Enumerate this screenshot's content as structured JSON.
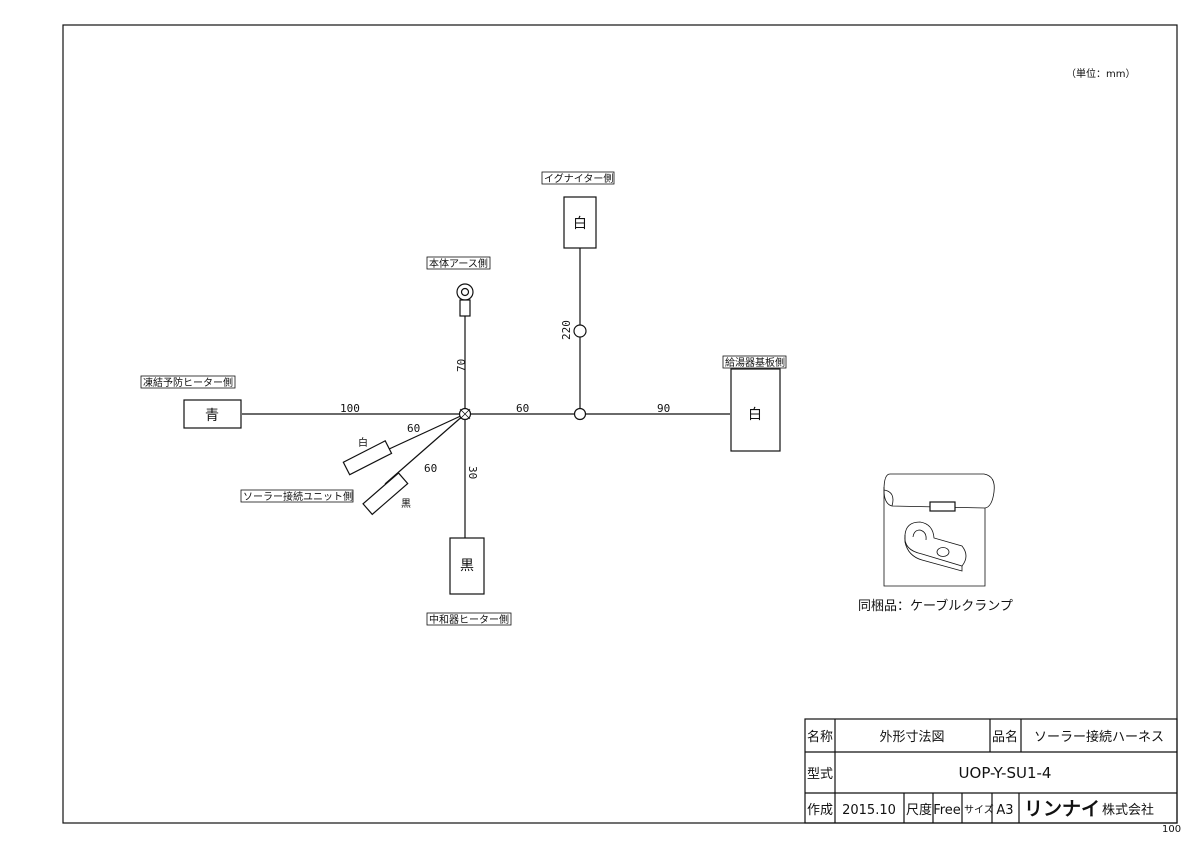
{
  "unit_note": "（単位：mm）",
  "labels": {
    "igniter": "イグナイター側",
    "body_earth": "本体アース側",
    "freeze_heater": "凍結予防ヒーター側",
    "board": "給湯器基板側",
    "solar_unit": "ソーラー接続ユニット側",
    "neutralizer_heater": "中和器ヒーター側"
  },
  "connectors": {
    "igniter": "白",
    "freeze_heater": "青",
    "board": "白",
    "neutralizer_heater": "黒",
    "solar_white": "白",
    "solar_black": "黒"
  },
  "dimensions": {
    "d100": "100",
    "d60_right": "60",
    "d90": "90",
    "d70": "70",
    "d220": "220",
    "d30": "30",
    "d60_upper": "60",
    "d60_lower": "60"
  },
  "clamp_caption": "同梱品：ケーブルクランプ",
  "title_block": {
    "name_label": "名称",
    "name_value": "外形寸法図",
    "product_label": "品名",
    "product_value": "ソーラー接続ハーネス",
    "model_label": "型式",
    "model_value": "UOP-Y-SU1-4",
    "made_label": "作成",
    "made_value": "2015.10",
    "scale_label": "尺度",
    "scale_value": "Free",
    "size_label": "サイズ",
    "size_value": "A3",
    "company_logo": "リンナイ",
    "company_suffix": "株式会社"
  },
  "corner_note": "100"
}
